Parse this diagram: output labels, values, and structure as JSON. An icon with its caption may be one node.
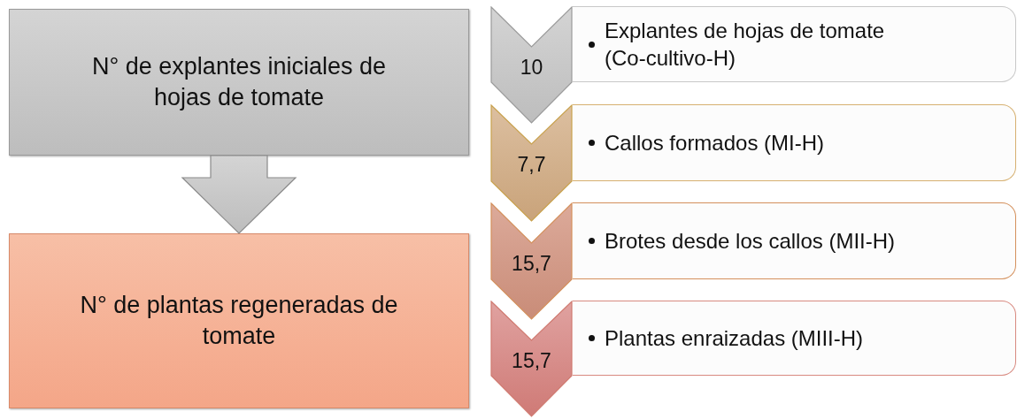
{
  "diagram": {
    "nodes": [
      {
        "text": [
          "N° de explantes iniciales de hojas de tomate"
        ]
      },
      {
        "text": [
          "N° de plantas regeneradas de tomate"
        ]
      },
      {
        "text": [
          "10"
        ]
      },
      {
        "text": [
          "Explantes de hojas de tomate (Co-cultivo-H)"
        ]
      },
      {
        "text": [
          "7,7"
        ]
      },
      {
        "text": [
          "Callos formados (MI-H)"
        ]
      },
      {
        "text": [
          "15,7"
        ]
      },
      {
        "text": [
          "Brotes desde los callos (MII-H)"
        ]
      },
      {
        "text": [
          "15,7"
        ]
      },
      {
        "text": [
          "Plantas enraizadas (MIII-H)"
        ]
      }
    ],
    "edges": [
      {
        "from": 0,
        "to": 1,
        "arrow": "to",
        "style": "thick"
      }
    ]
  }
}
